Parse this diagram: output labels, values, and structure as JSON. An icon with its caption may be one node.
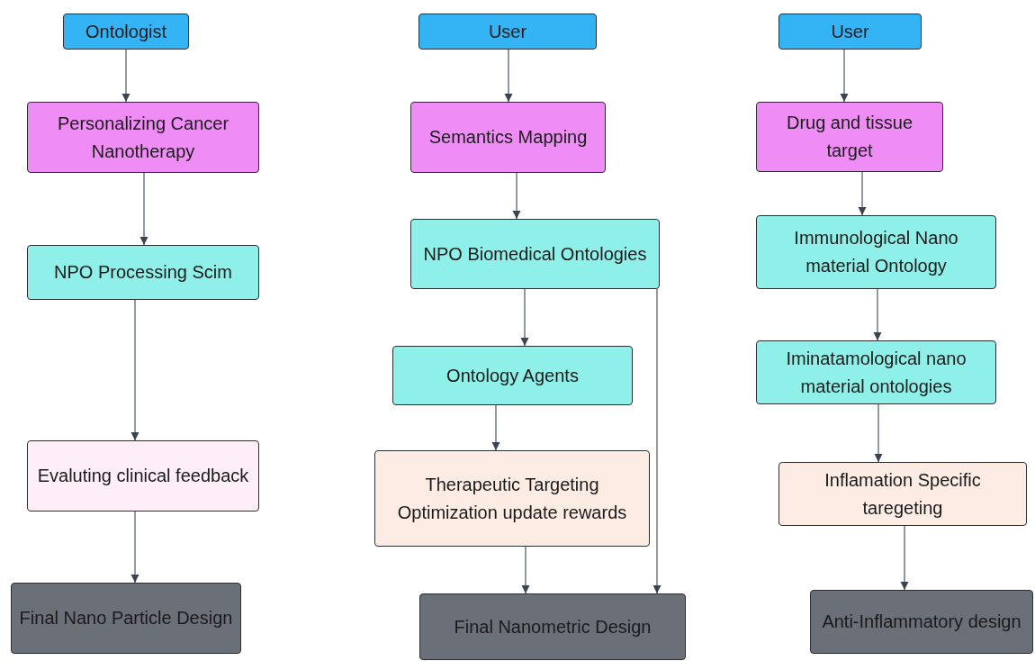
{
  "diagram": {
    "nodes": [
      {
        "text": [
          "Ontologist"
        ]
      },
      {
        "text": [
          "Personalizing Cancer Nanotherapy"
        ]
      },
      {
        "text": [
          "NPO Processing Scim"
        ]
      },
      {
        "text": [
          "Evaluting clinical feedback"
        ]
      },
      {
        "text": [
          "Final Nano Particle Design"
        ]
      },
      {
        "text": [
          "User"
        ]
      },
      {
        "text": [
          "Semantics Mapping"
        ]
      },
      {
        "text": [
          "NPO Biomedical Ontologies"
        ]
      },
      {
        "text": [
          "Ontology Agents"
        ]
      },
      {
        "text": [
          "Therapeutic Targeting Optimization update rewards"
        ]
      },
      {
        "text": [
          "Final Nanometric Design"
        ]
      },
      {
        "text": [
          "User"
        ]
      },
      {
        "text": [
          "Drug and tissue target"
        ]
      },
      {
        "text": [
          "Immunological Nano material Ontology"
        ]
      },
      {
        "text": [
          "Iminatamological nano material ontologies"
        ]
      },
      {
        "text": [
          "Inflamation Specific taregeting"
        ]
      },
      {
        "text": [
          "Anti-Inflammatory design"
        ]
      }
    ],
    "edges": [
      {
        "from": 0,
        "to": 1,
        "arrow": "to"
      },
      {
        "from": 1,
        "to": 2,
        "arrow": "to"
      },
      {
        "from": 2,
        "to": 3,
        "arrow": "to"
      },
      {
        "from": 3,
        "to": 4,
        "arrow": "to"
      },
      {
        "from": 5,
        "to": 6,
        "arrow": "to"
      },
      {
        "from": 6,
        "to": 7,
        "arrow": "to"
      },
      {
        "from": 7,
        "to": 8,
        "arrow": "to"
      },
      {
        "from": 8,
        "to": 9,
        "arrow": "to"
      },
      {
        "from": 9,
        "to": 10,
        "arrow": "to"
      },
      {
        "from": 7,
        "to": 10,
        "arrow": "to"
      },
      {
        "from": 11,
        "to": 12,
        "arrow": "to"
      },
      {
        "from": 12,
        "to": 13,
        "arrow": "to"
      },
      {
        "from": 13,
        "to": 14,
        "arrow": "to"
      },
      {
        "from": 14,
        "to": 15,
        "arrow": "to"
      },
      {
        "from": 15,
        "to": 16,
        "arrow": "to"
      }
    ]
  }
}
